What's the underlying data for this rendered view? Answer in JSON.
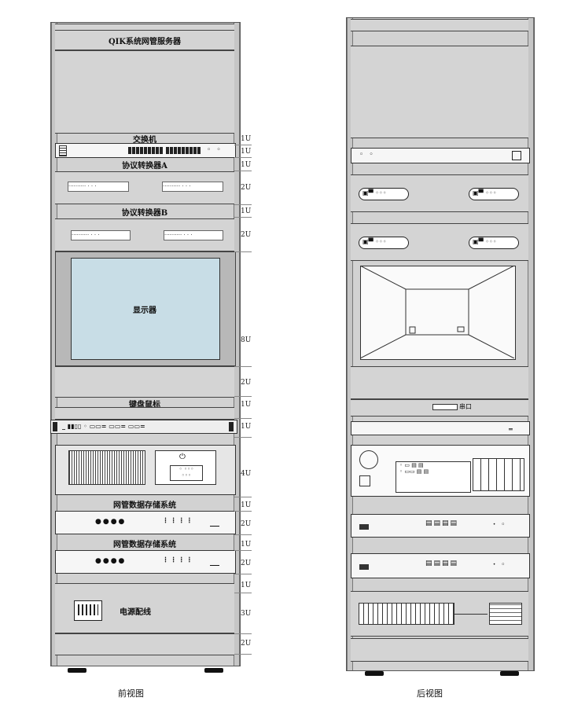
{
  "front": {
    "caption": "前视图",
    "server_label": "QIK系统网管服务器",
    "switch_label": "交换机",
    "converter_a_label": "协议转换器A",
    "converter_b_label": "协议转换器B",
    "monitor_label": "显示器",
    "keyboard_label": "键盘鼠标",
    "storage_label_1": "网管数据存储系统",
    "storage_label_2": "网管数据存储系统",
    "power_label": "电源配线",
    "u_marks": [
      "1U",
      "1U",
      "1U",
      "2U",
      "1U",
      "2U",
      "8U",
      "2U",
      "1U",
      "1U",
      "4U",
      "1U",
      "2U",
      "1U",
      "2U",
      "1U",
      "3U",
      "2U"
    ]
  },
  "back": {
    "caption": "后视图",
    "serial_label": "串口"
  },
  "colors": {
    "rack": "#d2d2d2",
    "screen": "#c8dde6",
    "outline": "#333333"
  }
}
